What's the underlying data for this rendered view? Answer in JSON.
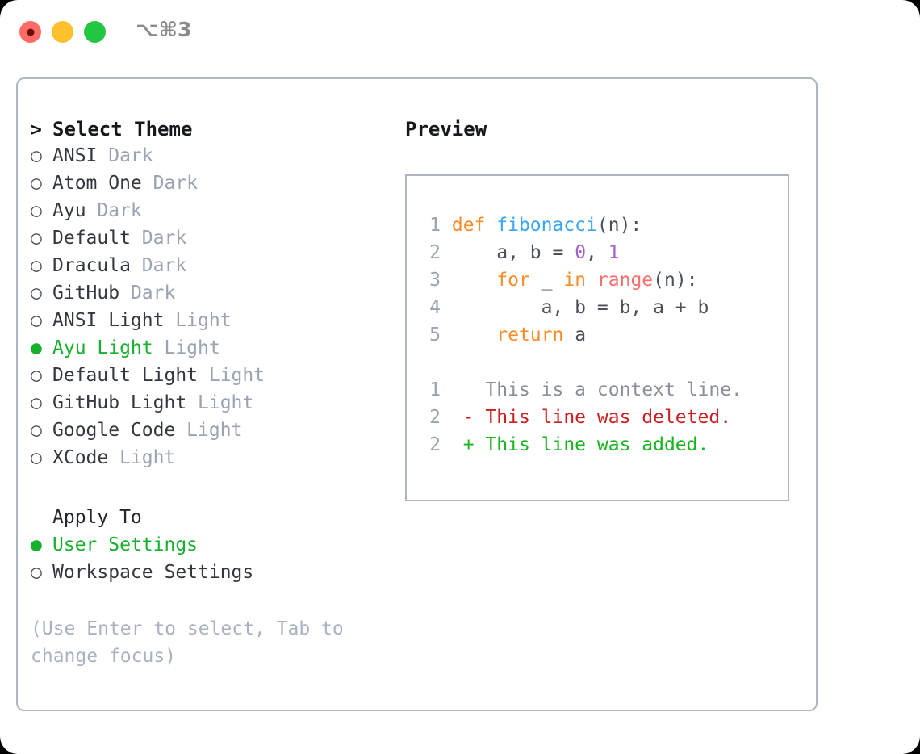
{
  "window": {
    "shortcut": "⌥⌘3",
    "traffic_lights": [
      {
        "name": "close",
        "color": "#ff6b66"
      },
      {
        "name": "minimize",
        "color": "#ffc02e"
      },
      {
        "name": "maximize",
        "color": "#22c641"
      }
    ]
  },
  "accent_colors": {
    "selected": "#17af2e",
    "muted": "#9aa3b2",
    "border": "#aeb6c4",
    "text": "#33373f"
  },
  "theme_picker": {
    "prompt": ">",
    "title": "Select Theme",
    "items": [
      {
        "marker": "○",
        "label": "ANSI",
        "variant": "Dark",
        "selected": false
      },
      {
        "marker": "○",
        "label": "Atom One",
        "variant": "Dark",
        "selected": false
      },
      {
        "marker": "○",
        "label": "Ayu",
        "variant": "Dark",
        "selected": false
      },
      {
        "marker": "○",
        "label": "Default",
        "variant": "Dark",
        "selected": false
      },
      {
        "marker": "○",
        "label": "Dracula",
        "variant": "Dark",
        "selected": false
      },
      {
        "marker": "○",
        "label": "GitHub",
        "variant": "Dark",
        "selected": false
      },
      {
        "marker": "○",
        "label": "ANSI Light",
        "variant": "Light",
        "selected": false
      },
      {
        "marker": "●",
        "label": "Ayu Light",
        "variant": "Light",
        "selected": true
      },
      {
        "marker": "○",
        "label": "Default Light",
        "variant": "Light",
        "selected": false
      },
      {
        "marker": "○",
        "label": "GitHub Light",
        "variant": "Light",
        "selected": false
      },
      {
        "marker": "○",
        "label": "Google Code",
        "variant": "Light",
        "selected": false
      },
      {
        "marker": "○",
        "label": "XCode",
        "variant": "Light",
        "selected": false
      }
    ]
  },
  "apply_to": {
    "title": "Apply To",
    "items": [
      {
        "marker": "●",
        "label": "User Settings",
        "selected": true
      },
      {
        "marker": "○",
        "label": "Workspace Settings",
        "selected": false
      }
    ]
  },
  "hint": "(Use Enter to select, Tab to change focus)",
  "preview": {
    "title": "Preview",
    "code_lines": [
      {
        "num": "1",
        "tokens": [
          {
            "t": "def ",
            "c": "kw"
          },
          {
            "t": "fibonacci",
            "c": "fn"
          },
          {
            "t": "(n):",
            "c": "pln"
          }
        ]
      },
      {
        "num": "2",
        "tokens": [
          {
            "t": "    a, b = ",
            "c": "pln"
          },
          {
            "t": "0",
            "c": "num"
          },
          {
            "t": ", ",
            "c": "pln"
          },
          {
            "t": "1",
            "c": "num"
          }
        ]
      },
      {
        "num": "3",
        "tokens": [
          {
            "t": "    ",
            "c": "pln"
          },
          {
            "t": "for",
            "c": "kw"
          },
          {
            "t": " _ ",
            "c": "pln"
          },
          {
            "t": "in",
            "c": "kw"
          },
          {
            "t": " ",
            "c": "pln"
          },
          {
            "t": "range",
            "c": "bi"
          },
          {
            "t": "(n):",
            "c": "pln"
          }
        ]
      },
      {
        "num": "4",
        "tokens": [
          {
            "t": "        a, b = b, a + b",
            "c": "pln"
          }
        ]
      },
      {
        "num": "5",
        "tokens": [
          {
            "t": "    ",
            "c": "pln"
          },
          {
            "t": "return",
            "c": "kw"
          },
          {
            "t": " a",
            "c": "pln"
          }
        ]
      }
    ],
    "diff_lines": [
      {
        "num": "1",
        "sign": " ",
        "text": " This is a context line.",
        "kind": "ctx"
      },
      {
        "num": "2",
        "sign": "-",
        "text": " This line was deleted.",
        "kind": "del"
      },
      {
        "num": "2",
        "sign": "+",
        "text": " This line was added.",
        "kind": "add"
      }
    ]
  }
}
